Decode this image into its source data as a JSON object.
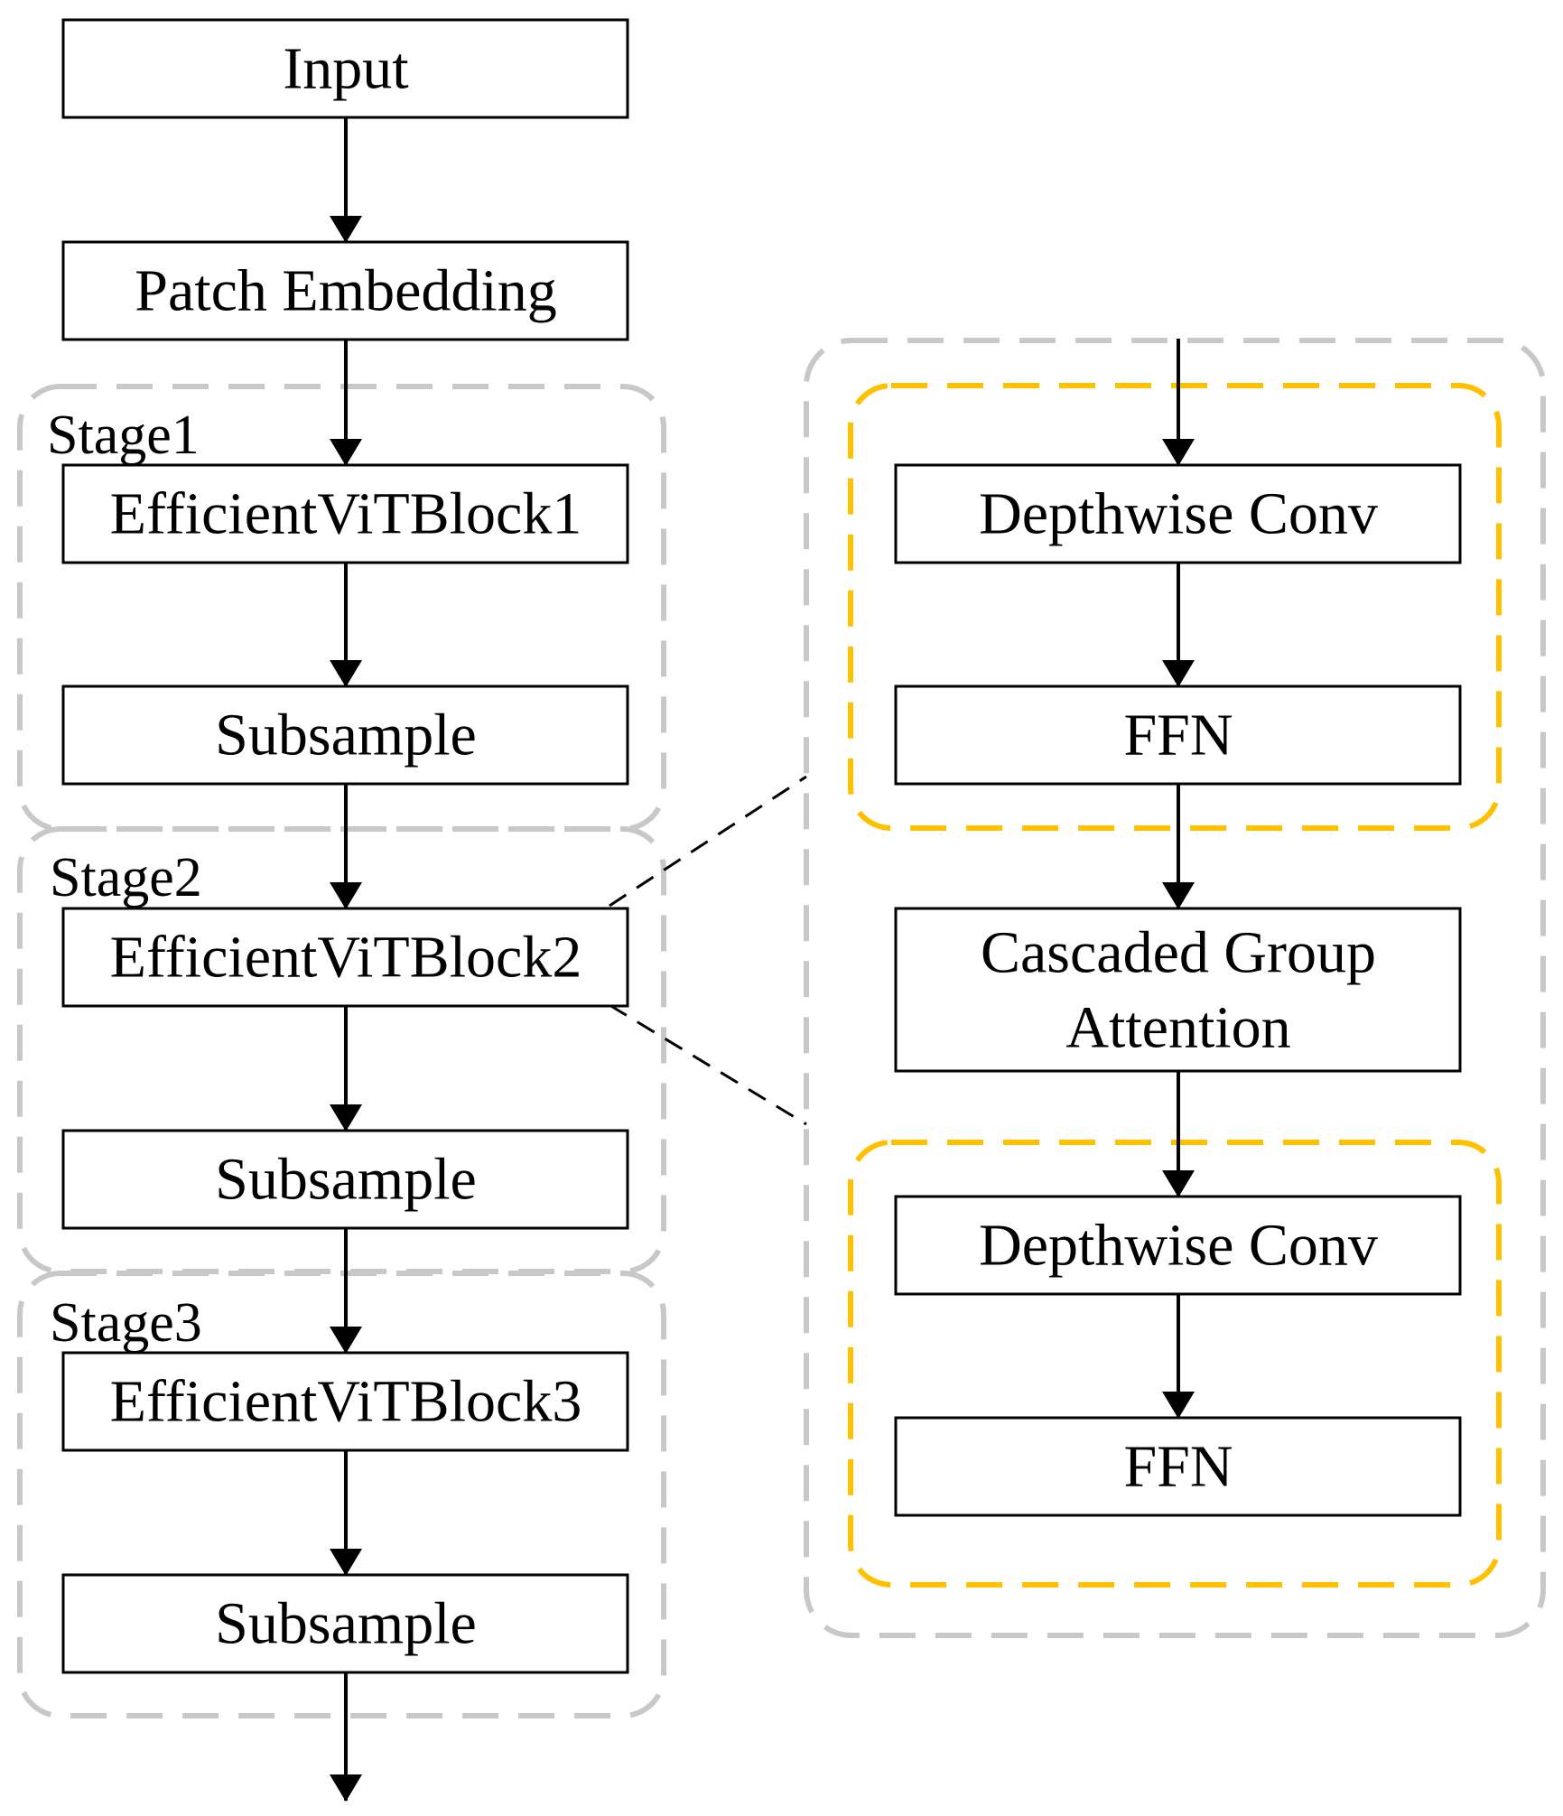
{
  "colors": {
    "stage_border": "#c8c8c8",
    "repeat_border": "#ffc000",
    "line": "#000000",
    "box_fill": "#ffffff"
  },
  "main_flow": {
    "input": "Input",
    "patch_embedding": "Patch Embedding",
    "stages": [
      {
        "label": "Stage1",
        "block": "EfficientViTBlock1",
        "subsample": "Subsample"
      },
      {
        "label": "Stage2",
        "block": "EfficientViTBlock2",
        "subsample": "Subsample"
      },
      {
        "label": "Stage3",
        "block": "EfficientViTBlock3",
        "subsample": "Subsample"
      }
    ]
  },
  "block_detail": {
    "top_pair": {
      "conv": "Depthwise Conv",
      "ffn": "FFN"
    },
    "attention": {
      "line1": "Cascaded Group",
      "line2": "Attention"
    },
    "bottom_pair": {
      "conv": "Depthwise Conv",
      "ffn": "FFN"
    }
  }
}
